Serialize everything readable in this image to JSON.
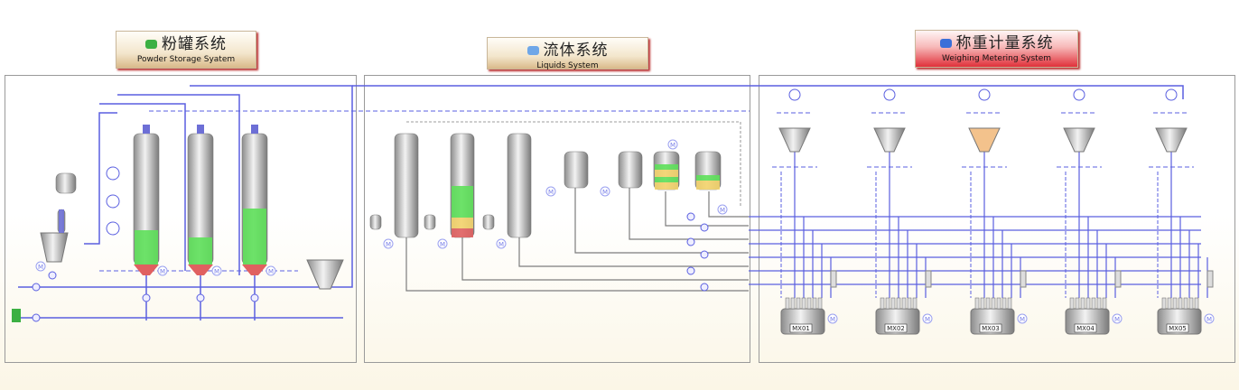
{
  "sections": [
    {
      "title": "粉罐系统",
      "subtitle": "Powder Storage Syatem",
      "icon": "download-icon",
      "style": "beige"
    },
    {
      "title": "流体系统",
      "subtitle": "Liquids System",
      "icon": "tank-icon",
      "style": "beige"
    },
    {
      "title": "称重计量系统",
      "subtitle": "Weighing Metering System",
      "icon": "scale-icon",
      "style": "red"
    }
  ],
  "mixers": [
    "MX01",
    "MX02",
    "MX03",
    "MX04",
    "MX05"
  ],
  "motor_label": "M",
  "colors": {
    "pipe": "#5a5fe0",
    "pipe_gray": "#7d7d7d",
    "level_green": "#5ee05a",
    "level_yellow": "#f3d36b",
    "level_red": "#e06060",
    "header_red": "#e0303a"
  }
}
